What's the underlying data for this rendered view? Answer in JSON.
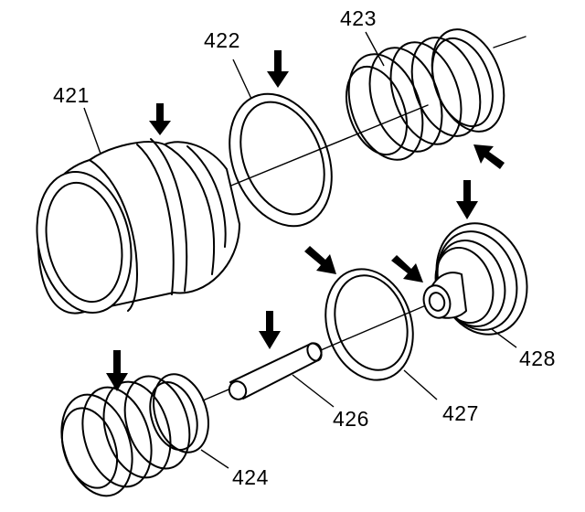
{
  "callouts": {
    "c421": "421",
    "c422": "422",
    "c423": "423",
    "c424": "424",
    "c426": "426",
    "c427": "427",
    "c428": "428"
  },
  "colors": {
    "ink": "#000000",
    "paper": "#ffffff"
  }
}
